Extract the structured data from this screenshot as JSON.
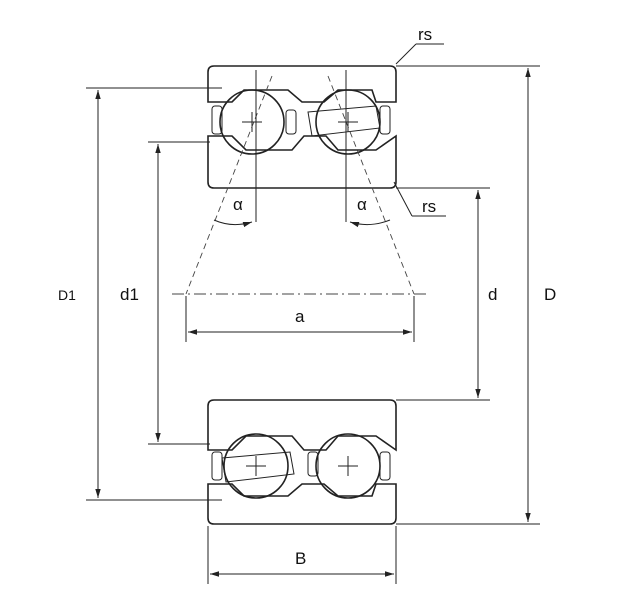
{
  "labels": {
    "rs_top": "rs",
    "rs_mid": "rs",
    "alpha_left": "α",
    "alpha_right": "α",
    "D1": "D1",
    "d1": "d1",
    "a": "a",
    "d": "d",
    "D": "D",
    "B": "B"
  }
}
